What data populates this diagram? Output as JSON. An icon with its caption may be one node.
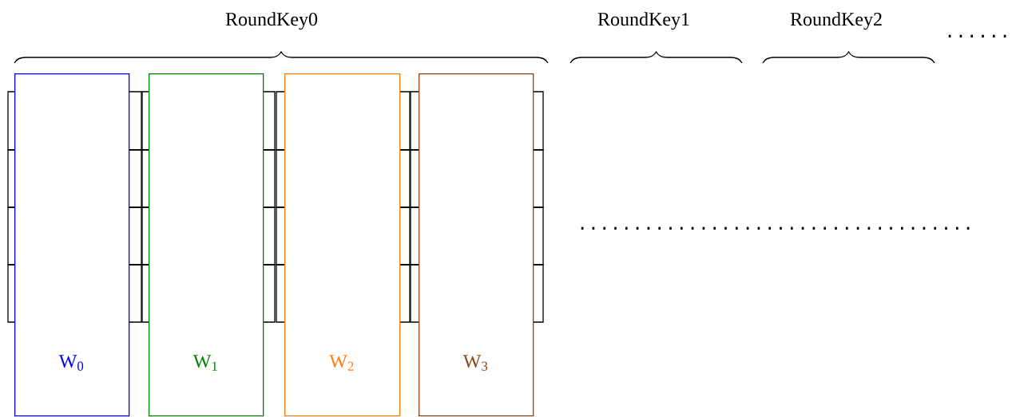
{
  "diagram": {
    "nodes": [
      {
        "text": [
          "W$_{0}$"
        ]
      },
      {
        "text": [
          "W$_{1}$"
        ]
      },
      {
        "text": [
          "W$_{2}$"
        ]
      },
      {
        "text": [
          "W$_{3}$"
        ]
      }
    ],
    "labels": [
      "RoundKey0",
      "RoundKey1",
      "RoundKey2",
      "......",
      "...................................."
    ]
  }
}
